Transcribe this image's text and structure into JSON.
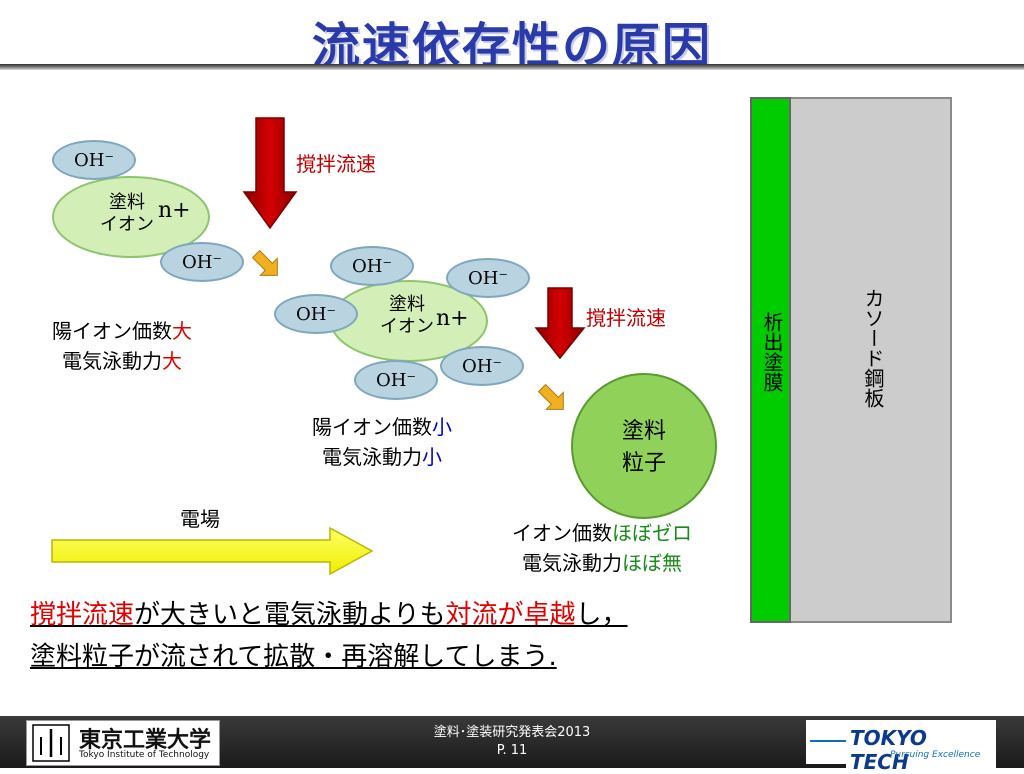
{
  "title": "流速依存性の原因",
  "oh_label": "OH⁻",
  "charge_label": "n+",
  "ion_label_line1": "塗料",
  "ion_label_line2": "イオン",
  "stirring_label": "撹拌流速",
  "left_ion_text": {
    "line1_prefix": "陽イオン価数",
    "line1_suffix": "大",
    "line2_prefix": "電気泳動力",
    "line2_suffix": "大"
  },
  "middle_ion_text": {
    "line1_prefix": "陽イオン価数",
    "line1_suffix": "小",
    "line2_prefix": "電気泳動力",
    "line2_suffix": "小"
  },
  "particle": {
    "line1": "塗料",
    "line2": "粒子"
  },
  "particle_text": {
    "line1_prefix": "イオン価数",
    "line1_suffix": "ほぼゼロ",
    "line2_prefix": "電気泳動力",
    "line2_suffix": "ほぼ無"
  },
  "electric_field_label": "電場",
  "film_label": "析出塗膜",
  "cathode_label": "カソード鋼板",
  "conclusion": {
    "part1": "撹拌流速",
    "part2": "が大きいと電気泳動よりも",
    "part3": "対流が卓越",
    "part4": "し，",
    "line2": "塗料粒子が流されて拡散・再溶解してしまう."
  },
  "footer": {
    "institution_jp": "東京工業大学",
    "institution_en": "Tokyo Institute of Technology",
    "event": "塗料･塗装研究発表会2013",
    "page": "P. 11",
    "logo_text": "TOKYO TECH",
    "logo_tagline": "Pursuing Excellence"
  },
  "colors": {
    "title": "#2a3aa8",
    "stir_arrow": "#c00000",
    "small_arrow": "#f0b020",
    "field_arrow": "#ffff00",
    "film": "#00cc00",
    "cathode": "#cccccc",
    "particle": "#8fd159"
  }
}
